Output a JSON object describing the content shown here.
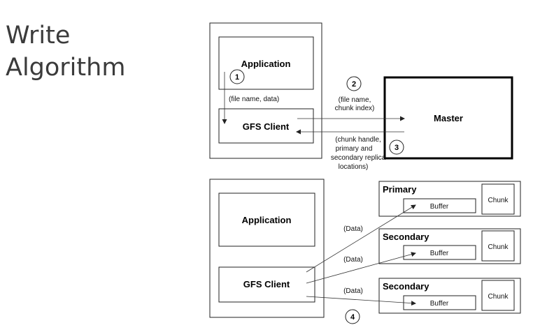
{
  "title": {
    "line1": "Write",
    "line2": "Algorithm"
  },
  "top_section": {
    "application_label": "Application",
    "gfs_client_label": "GFS Client",
    "master_label": "Master",
    "step1": "1",
    "step1_note": "(file name, data)",
    "step2": "2",
    "step2_note_line1": "(file name,",
    "step2_note_line2": "chunk index)",
    "step3": "3",
    "step3_note_line1": "(chunk handle,",
    "step3_note_line2": "primary and",
    "step3_note_line3": "secondary replica",
    "step3_note_line4": "locations)"
  },
  "bottom_section": {
    "application_label": "Application",
    "gfs_client_label": "GFS Client",
    "data_label": "(Data)",
    "step4": "4",
    "replicas": [
      {
        "role": "Primary",
        "buffer": "Buffer",
        "chunk": "Chunk"
      },
      {
        "role": "Secondary",
        "buffer": "Buffer",
        "chunk": "Chunk"
      },
      {
        "role": "Secondary",
        "buffer": "Buffer",
        "chunk": "Chunk"
      }
    ]
  }
}
